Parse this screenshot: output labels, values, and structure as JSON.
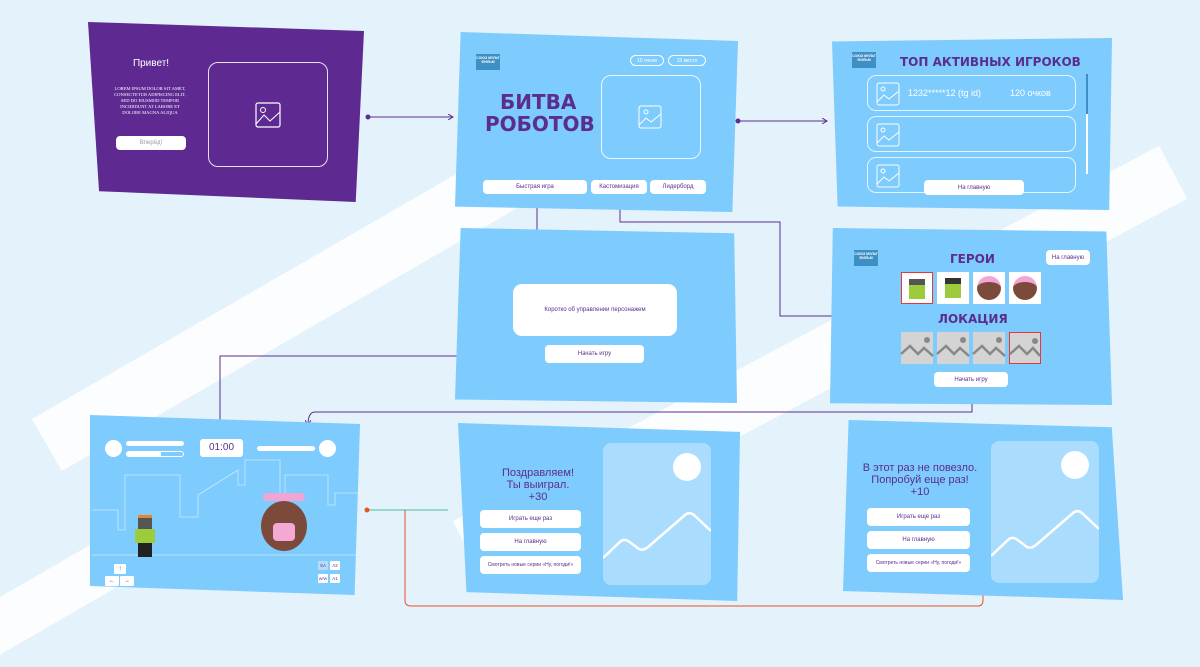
{
  "welcome": {
    "title": "Привет!",
    "body": "LOREM IPSUM DOLOR SIT AMET, CONSECTETUR ADIPISCING ELIT, SED DO EIUSMOD TEMPOR INCIDIDUNT AT LABORE ET DOLORE MAGNA ALIQUA",
    "button": "Вперёд!"
  },
  "main": {
    "logo": "СОЮЗ МУЛЬТ ФИЛЬМ",
    "title_line1": "БИТВА",
    "title_line2": "РОБОТОВ",
    "points": "10 очков",
    "place": "15 место",
    "buttons": [
      "Быстрая игра",
      "Кастомизация",
      "Лидерборд"
    ]
  },
  "leaderboard": {
    "title": "ТОП АКТИВНЫХ ИГРОКОВ",
    "player_id": "1232*****12 (tg id)",
    "player_score": "120 очков",
    "button": "На главную"
  },
  "instructions": {
    "text": "Коротко об управлении персонажем",
    "button": "Начать игру"
  },
  "customize": {
    "heroes_title": "ГЕРОИ",
    "location_title": "ЛОКАЦИЯ",
    "home_button": "На главную",
    "start_button": "Начать игру"
  },
  "game": {
    "timer": "01:00",
    "keys": {
      "up": "↑",
      "left": "←",
      "right": "→",
      "sa": "SA",
      "a2": "A2",
      "ww": "W/W",
      "a1": "A1"
    }
  },
  "win": {
    "line1": "Поздравляем!",
    "line2": "Ты выиграл.",
    "line3": "+30",
    "buttons": [
      "Играть еще раз",
      "На главную",
      "Смотреть новые серии «Ну, погоди!»"
    ]
  },
  "lose": {
    "line1": "В этот раз не повезло.",
    "line2": "Попробуй еще раз!",
    "line3": "+10",
    "buttons": [
      "Играть еще раз",
      "На главную",
      "Смотреть новые серии «Ну, погоди!»"
    ]
  },
  "colors": {
    "panel": "#7ecbfd",
    "purple": "#5b2d8e",
    "welcome_bg": "#5e2a91",
    "accent_orange": "#e8542a"
  }
}
